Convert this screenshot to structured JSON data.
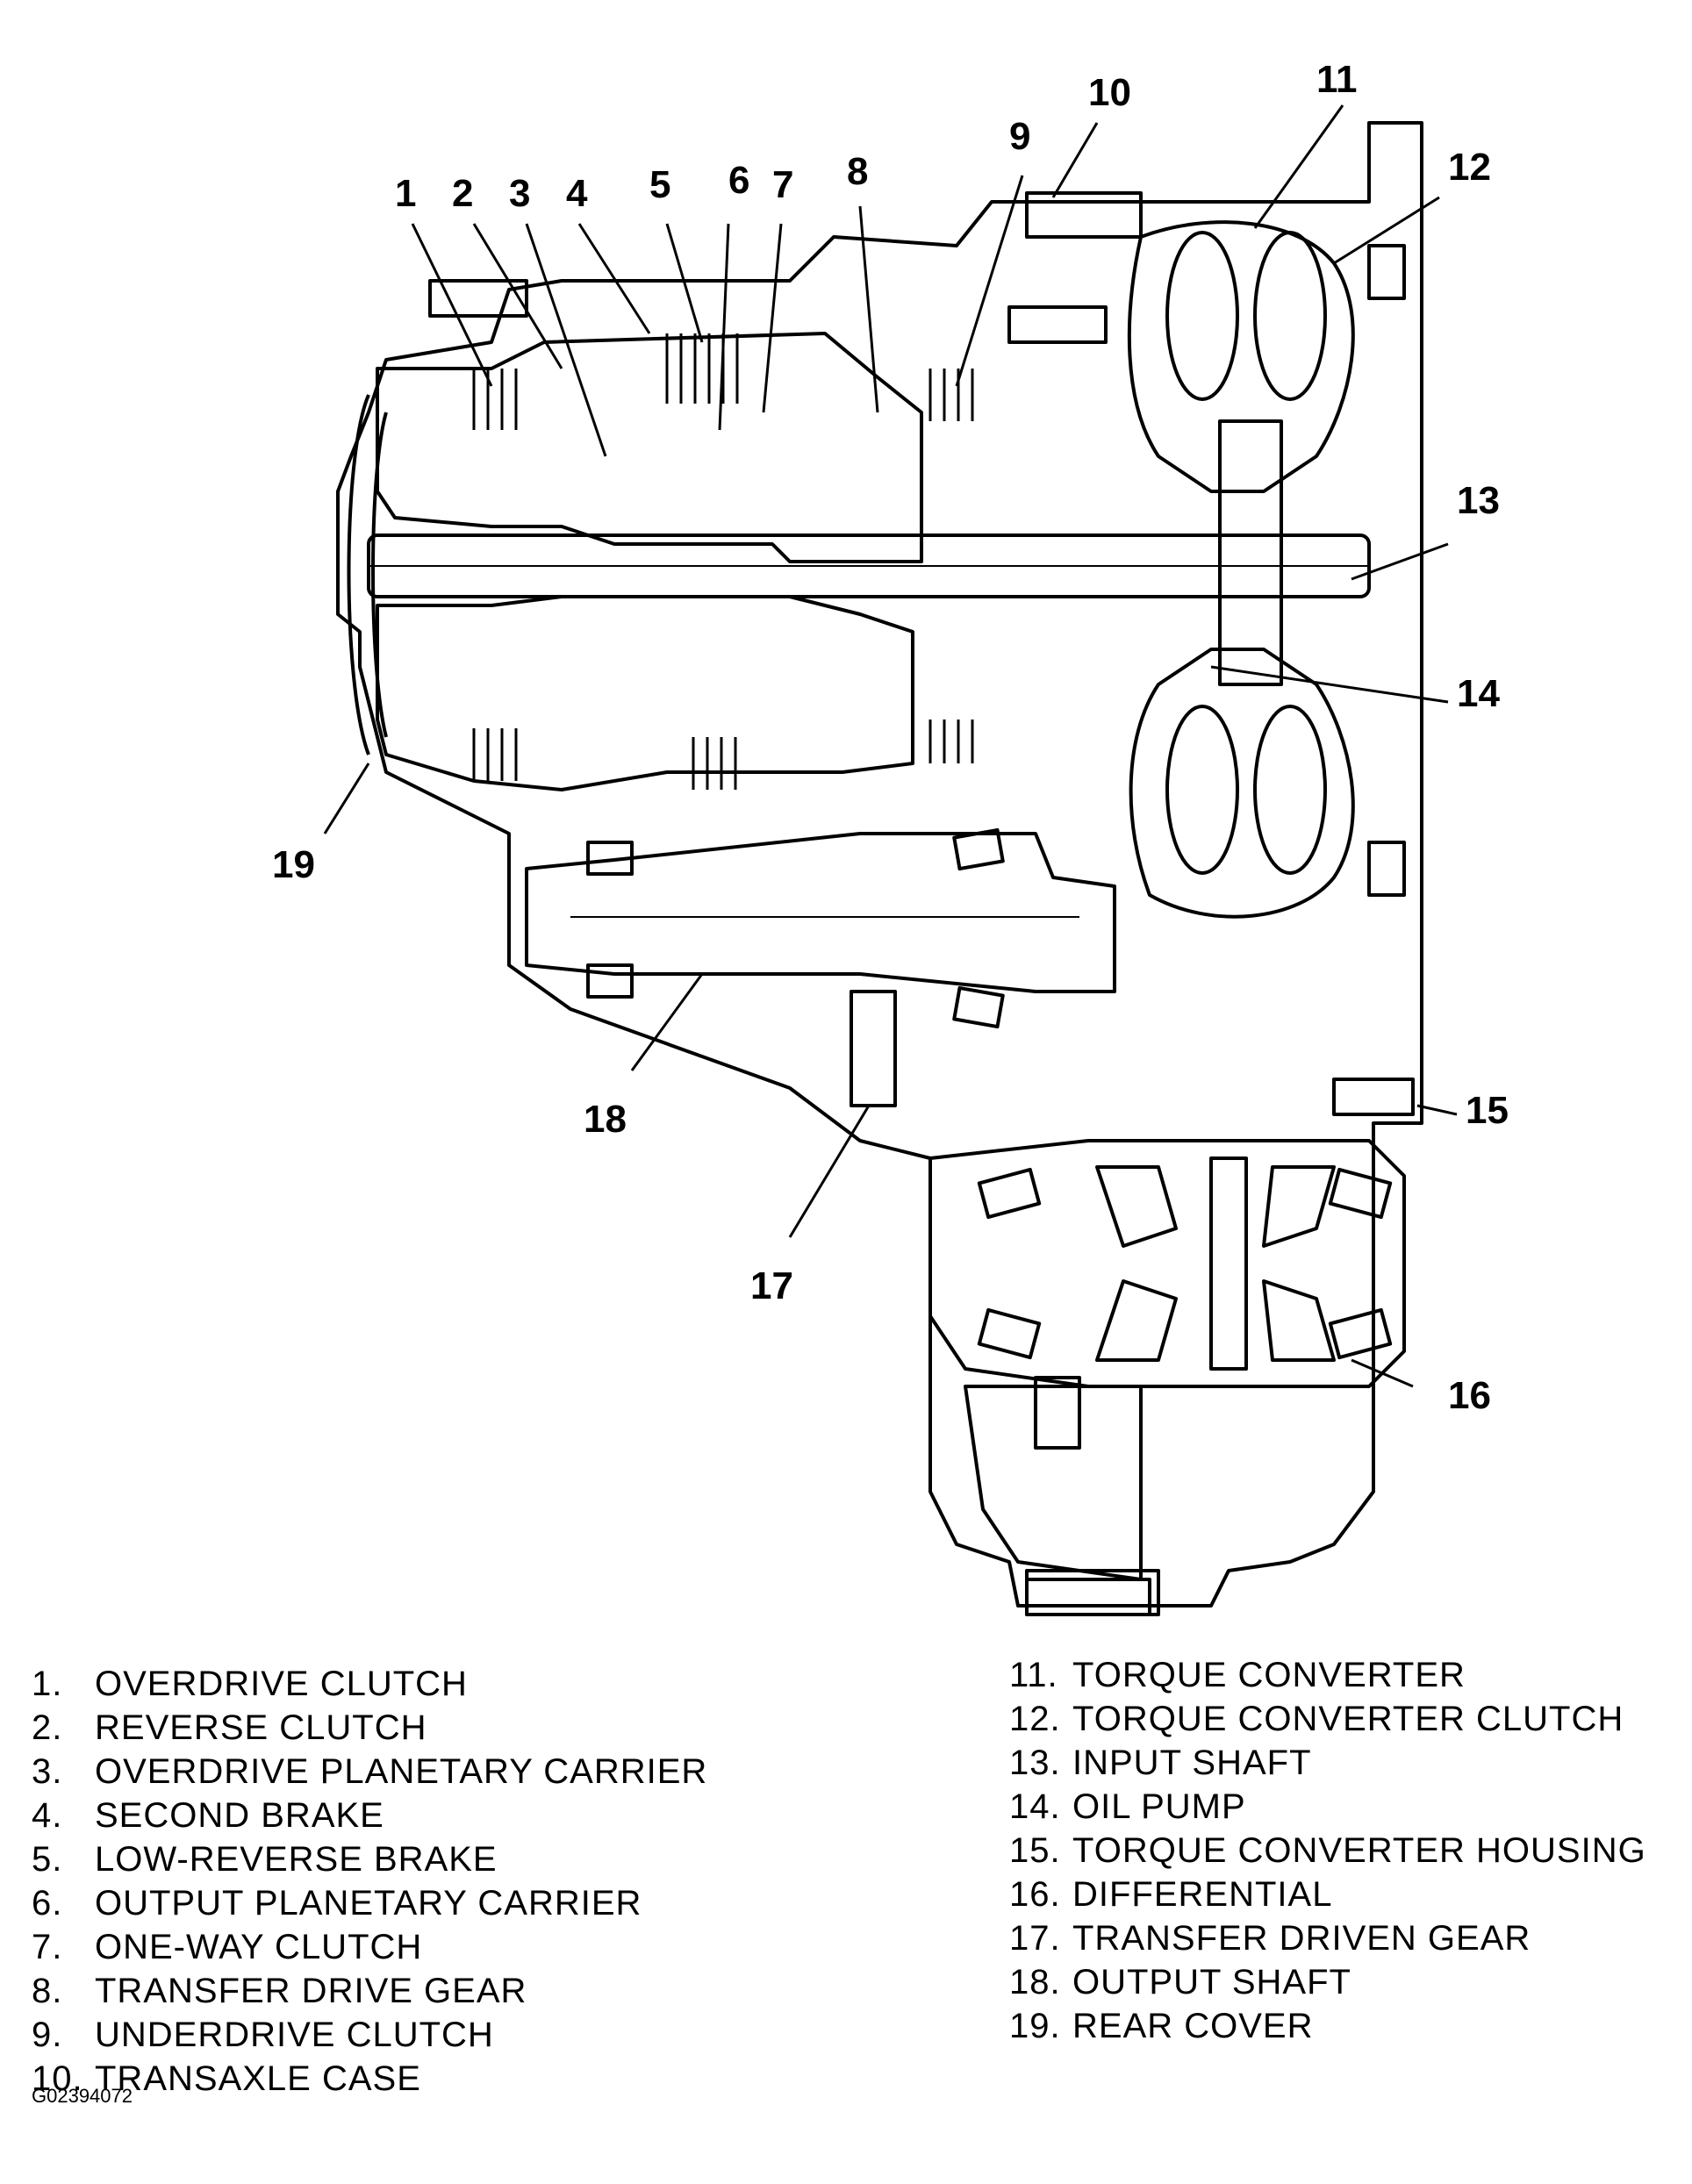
{
  "diagram": {
    "callouts": [
      "1",
      "2",
      "3",
      "4",
      "5",
      "6",
      "7",
      "8",
      "9",
      "10",
      "11",
      "12",
      "13",
      "14",
      "15",
      "16",
      "17",
      "18",
      "19"
    ]
  },
  "legend": {
    "left": [
      {
        "num": "1.",
        "label": "OVERDRIVE CLUTCH"
      },
      {
        "num": "2.",
        "label": "REVERSE CLUTCH"
      },
      {
        "num": "3.",
        "label": "OVERDRIVE PLANETARY CARRIER"
      },
      {
        "num": "4.",
        "label": "SECOND BRAKE"
      },
      {
        "num": "5.",
        "label": "LOW-REVERSE BRAKE"
      },
      {
        "num": "6.",
        "label": "OUTPUT PLANETARY CARRIER"
      },
      {
        "num": "7.",
        "label": "ONE-WAY CLUTCH"
      },
      {
        "num": "8.",
        "label": "TRANSFER DRIVE GEAR"
      },
      {
        "num": "9.",
        "label": "UNDERDRIVE CLUTCH"
      },
      {
        "num": "10.",
        "label": "TRANSAXLE CASE"
      }
    ],
    "right": [
      {
        "num": "11.",
        "label": "TORQUE CONVERTER"
      },
      {
        "num": "12.",
        "label": "TORQUE CONVERTER CLUTCH"
      },
      {
        "num": "13.",
        "label": "INPUT SHAFT"
      },
      {
        "num": "14.",
        "label": "OIL PUMP"
      },
      {
        "num": "15.",
        "label": "TORQUE CONVERTER HOUSING"
      },
      {
        "num": "16.",
        "label": "DIFFERENTIAL"
      },
      {
        "num": "17.",
        "label": "TRANSFER DRIVEN GEAR"
      },
      {
        "num": "18.",
        "label": "OUTPUT SHAFT"
      },
      {
        "num": "19.",
        "label": "REAR COVER"
      }
    ]
  },
  "figure_id": "G02394072"
}
